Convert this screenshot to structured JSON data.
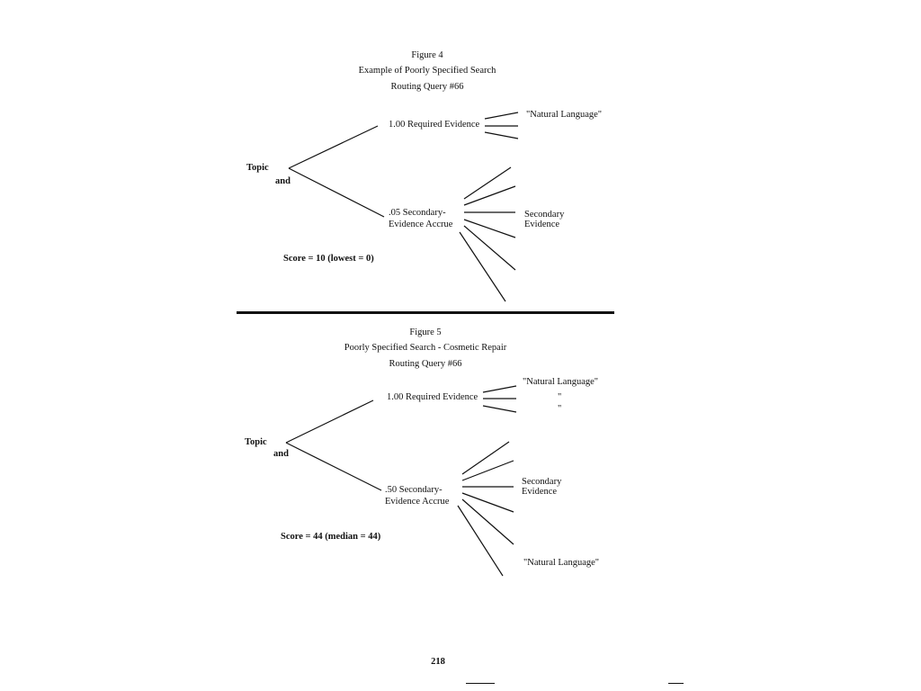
{
  "figure4": {
    "title": "Figure 4",
    "subtitle": "Example of Poorly Specified Search",
    "query": "Routing Query #66",
    "topic": "Topic",
    "and": "and",
    "required": "1.00 Required Evidence",
    "required_leaf": "\"Natural Language\"",
    "secondary_line1": ".05 Secondary-",
    "secondary_line2": "Evidence Accrue",
    "secondary_leaf_line1": "Secondary",
    "secondary_leaf_line2": "Evidence",
    "score": "Score = 10 (lowest = 0)"
  },
  "figure5": {
    "title": "Figure 5",
    "subtitle": "Poorly Specified Search - Cosmetic Repair",
    "query": "Routing Query #66",
    "topic": "Topic",
    "and": "and",
    "required": "1.00  Required Evidence",
    "required_leaf": "\"Natural Language\"",
    "ditto1": "\"",
    "ditto2": "\"",
    "secondary_line1": ".50 Secondary-",
    "secondary_line2": "Evidence Accrue",
    "secondary_leaf_line1": "Secondary",
    "secondary_leaf_line2": "Evidence",
    "secondary_leaf_bottom": "\"Natural Language\"",
    "score": "Score = 44 (median = 44)"
  },
  "page_number": "218"
}
